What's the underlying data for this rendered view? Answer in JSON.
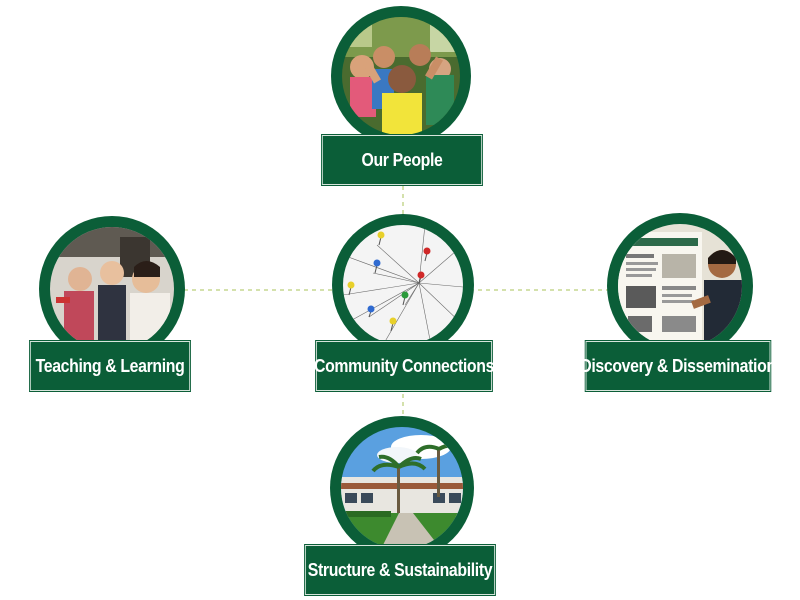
{
  "diagram": {
    "nodes": [
      {
        "id": "our-people",
        "label": "Our People",
        "photo": "group-selfie-photo"
      },
      {
        "id": "teaching-learning",
        "label": "Teaching & Learning",
        "photo": "students-whiteboard-photo"
      },
      {
        "id": "community-connections",
        "label": "Community Connections",
        "photo": "pushpin-network-photo"
      },
      {
        "id": "discovery-dissemination",
        "label": "Discovery & Dissemination",
        "photo": "poster-presentation-photo"
      },
      {
        "id": "structure-sustainability",
        "label": "Structure & Sustainability",
        "photo": "campus-building-photo"
      }
    ],
    "edges": [
      {
        "from": "community-connections",
        "to": "our-people"
      },
      {
        "from": "community-connections",
        "to": "teaching-learning"
      },
      {
        "from": "community-connections",
        "to": "discovery-dissemination"
      },
      {
        "from": "community-connections",
        "to": "structure-sustainability"
      }
    ]
  },
  "colors": {
    "brand_green": "#0b5e38",
    "connector": "#a9c35a",
    "label_text": "#ffffff"
  }
}
